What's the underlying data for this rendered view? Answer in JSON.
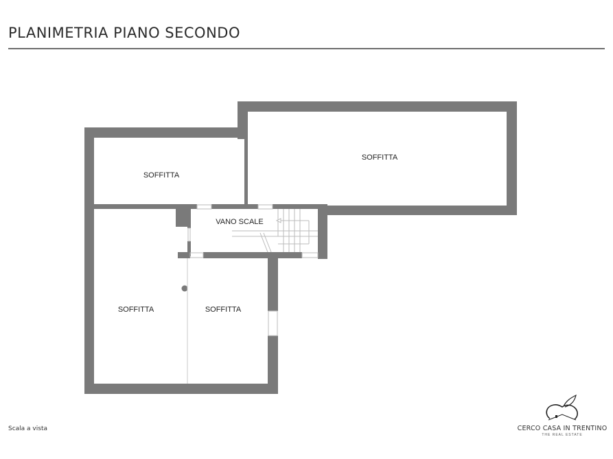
{
  "header": {
    "title": "PLANIMETRIA PIANO SECONDO"
  },
  "plan": {
    "wall_color": "#7a7a7a",
    "rooms": [
      {
        "id": "soffitta-top-left",
        "label": "SOFFITTA"
      },
      {
        "id": "soffitta-top-right",
        "label": "SOFFITTA"
      },
      {
        "id": "vano-scale",
        "label": "VANO SCALE"
      },
      {
        "id": "soffitta-bottom-left",
        "label": "SOFFITTA"
      },
      {
        "id": "soffitta-bottom-right",
        "label": "SOFFITTA"
      }
    ]
  },
  "footer": {
    "scale_note": "Scala a vista",
    "logo": {
      "name": "CERCO CASA IN TRENTINO",
      "tagline": "THE REAL ESTATE"
    }
  }
}
